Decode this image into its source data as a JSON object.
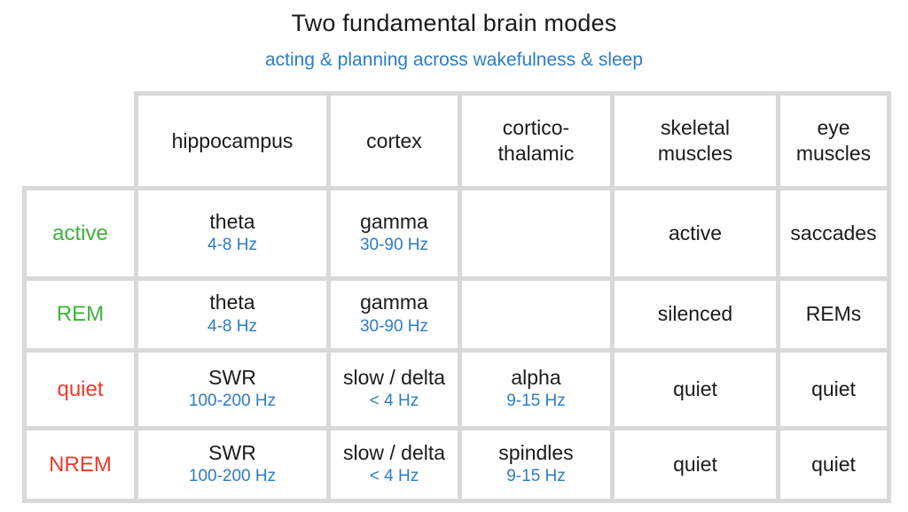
{
  "slide": {
    "title": "Two fundamental brain modes",
    "subtitle": "acting & planning across wakefulness & sleep"
  },
  "colors": {
    "title_text": "#1b1b1b",
    "subtitle_blue": "#2e7cc3",
    "frequency_blue": "#2e7cc3",
    "wake_green": "#3db33a",
    "sleep_red": "#ee392e",
    "grid_gray": "#d9d9d9"
  },
  "table": {
    "columns": [
      [
        "hippocampus"
      ],
      [
        "cortex"
      ],
      [
        "cortico-",
        "thalamic"
      ],
      [
        "skeletal",
        "muscles"
      ],
      [
        "eye",
        "muscles"
      ]
    ],
    "rows": [
      {
        "label": "active",
        "label_color": "#3db33a",
        "cells": [
          {
            "main": "theta",
            "freq": "4-8 Hz"
          },
          {
            "main": "gamma",
            "freq": "30-90 Hz"
          },
          {
            "main": ""
          },
          {
            "main": "active"
          },
          {
            "main": "saccades"
          }
        ]
      },
      {
        "label": "REM",
        "label_color": "#3db33a",
        "cells": [
          {
            "main": "theta",
            "freq": "4-8 Hz"
          },
          {
            "main": "gamma",
            "freq": "30-90 Hz"
          },
          {
            "main": ""
          },
          {
            "main": "silenced"
          },
          {
            "main": "REMs"
          }
        ]
      },
      {
        "label": "quiet",
        "label_color": "#ee392e",
        "cells": [
          {
            "main": "SWR",
            "freq": "100-200 Hz"
          },
          {
            "main": "slow / delta",
            "freq": "< 4 Hz"
          },
          {
            "main": "alpha",
            "freq": "9-15 Hz"
          },
          {
            "main": "quiet"
          },
          {
            "main": "quiet"
          }
        ]
      },
      {
        "label": "NREM",
        "label_color": "#ee392e",
        "cells": [
          {
            "main": "SWR",
            "freq": "100-200 Hz"
          },
          {
            "main": "slow / delta",
            "freq": "< 4 Hz"
          },
          {
            "main": "spindles",
            "freq": "9-15 Hz"
          },
          {
            "main": "quiet"
          },
          {
            "main": "quiet"
          }
        ]
      }
    ]
  },
  "chart_data": {
    "type": "table",
    "title": "Two fundamental brain modes",
    "subtitle": "acting & planning across wakefulness & sleep",
    "columns": [
      "hippocampus",
      "cortex",
      "cortico-thalamic",
      "skeletal muscles",
      "eye muscles"
    ],
    "rows": [
      {
        "mode": "active",
        "mode_color": "green",
        "hippocampus": "theta 4-8 Hz",
        "cortex": "gamma 30-90 Hz",
        "cortico_thalamic": "",
        "skeletal_muscles": "active",
        "eye_muscles": "saccades"
      },
      {
        "mode": "REM",
        "mode_color": "green",
        "hippocampus": "theta 4-8 Hz",
        "cortex": "gamma 30-90 Hz",
        "cortico_thalamic": "",
        "skeletal_muscles": "silenced",
        "eye_muscles": "REMs"
      },
      {
        "mode": "quiet",
        "mode_color": "red",
        "hippocampus": "SWR 100-200 Hz",
        "cortex": "slow / delta < 4 Hz",
        "cortico_thalamic": "alpha 9-15 Hz",
        "skeletal_muscles": "quiet",
        "eye_muscles": "quiet"
      },
      {
        "mode": "NREM",
        "mode_color": "red",
        "hippocampus": "SWR 100-200 Hz",
        "cortex": "slow / delta < 4 Hz",
        "cortico_thalamic": "spindles 9-15 Hz",
        "skeletal_muscles": "quiet",
        "eye_muscles": "quiet"
      }
    ]
  }
}
